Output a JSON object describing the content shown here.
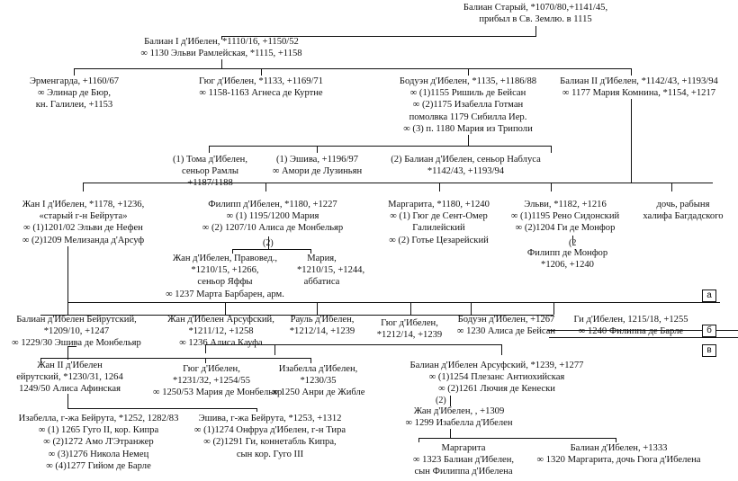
{
  "nodes": {
    "balian_stary": [
      "Балиан Старый, *1070/80,+1141/45,",
      "прибыл в Св. Землю. в 1115"
    ],
    "balian_1": [
      "Балиан I д'Ибелен, *1110/16, +1150/52",
      "∞ 1130 Эльви Рамлейская, *1115, +1158"
    ],
    "ermengarda": [
      "Эрменгарда, +1160/67",
      "∞ Элинар де Бюр,",
      "кн. Галилеи, +1153"
    ],
    "gyug_1": [
      "Гюг д'Ибелен, *1133, +1169/71",
      "∞ 1158-1163 Агнеса де Куртне"
    ],
    "boduen": [
      "Бодуэн д'Ибелен, *1135, +1186/88",
      "∞ (1)1155 Ришиль де Бейсан",
      "∞ (2)1175 Изабелла Готман",
      "помолвка 1179 Сибилла Иер.",
      "∞ (3) п. 1180 Мария из Триполи"
    ],
    "balian_2": [
      "Балиан II д'Ибелен, *1142/43, +1193/94",
      "∞ 1177 Мария Комнина, *1154, +1217"
    ],
    "toma": [
      "(1) Тома д'Ибелен,",
      "сеньор Рамлы",
      "+1187/1188"
    ],
    "eshiva_1": [
      "(1) Эшива, +1196/97",
      "∞ Амори де Лузиньян"
    ],
    "balian_nablus": [
      "(2) Балиан д'Ибелен, сеньор Наблуса",
      "*1142/43, +1193/94"
    ],
    "zhan_1": [
      "Жан I д'Ибелен, *1178, +1236,",
      "«старый г-н Бейрута»",
      "∞ (1)1201/02 Эльви де Нефен",
      "∞ (2)1209 Мелизанда д'Арсуф"
    ],
    "filipp_1": [
      "Филипп д'Ибелен, *1180, +1227",
      "∞ (1) 1195/1200 Мария",
      "∞ (2) 1207/10 Алиса де Монбельяр"
    ],
    "margarita_1": [
      "Маргарита, *1180, +1240",
      "∞ (1) Гюг де Сент-Омер",
      "Галилейский",
      "∞ (2) Готье Цезарейский"
    ],
    "elvi_2": [
      "Эльви, *1182, +1216",
      "∞ (1)1195 Рено Сидонский",
      "∞ (2)1204 Ги де Монфор"
    ],
    "doch": [
      "дочь, рабыня",
      "халифа Багдадского"
    ],
    "filipp_monfor": [
      "Филипп де Монфор",
      "*1206, +1240"
    ],
    "zhan_pravoved": [
      "Жан д'Ибелен, Правовед.,",
      "*1210/15, +1266,",
      "сеньор Яффы",
      "∞ 1237 Марта Барбарен, арм."
    ],
    "maria_abb": [
      "Мария,",
      "*1210/15, +1244,",
      "аббатиса"
    ],
    "balian_beyrut": [
      "Балиан д'Ибелен Бейрутский,",
      "*1209/10, +1247",
      "∞ 1229/30 Эшива де Монбельяр"
    ],
    "zhan_arsuf": [
      "Жан д'Ибелен Арсуфский,",
      "*1211/12, +1258",
      "∞ 1236 Алиса Кауфа"
    ],
    "raul": [
      "Рауль д'Ибелен,",
      "*1212/14, +1239"
    ],
    "gyug_2": [
      "Гюг д'Ибелен,",
      "*1212/14, +1239"
    ],
    "boduen_2": [
      "Бодуэн д'Ибелен, +1267",
      "∞ 1230 Алиса де Бейсан"
    ],
    "gi": [
      "Ги д'Ибелен, 1215/18, +1255",
      "∞ 1240 Филиппа де Барле"
    ],
    "zhan_2": [
      "Жан II  д'Ибелен",
      "ейрутский, *1230/31, 1264",
      "1249/50 Алиса Афинская"
    ],
    "gyug_3": [
      "Гюг д'Ибелен,",
      "*1231/32, +1254/55",
      "∞ 1250/53 Мария де Монбельяр"
    ],
    "izabella_1": [
      "Изабелла д'Ибелен,",
      "*1230/35",
      "∞ 1250 Анри де Жибле"
    ],
    "balian_arsuf": [
      "Балиан д'Ибелен Арсуфский, *1239, +1277",
      "∞ (1)1254 Плезанс Антиохийская",
      "∞ (2)1261 Лючия де Кенески"
    ],
    "izabella_beyrut": [
      "Изабелла, г-жа Бейрута, *1252, 1282/83",
      "∞ (1) 1265 Гуго II, кор. Кипра",
      "∞ (2)1272 Амо Л'Этранжер",
      "∞ (3)1276 Никола Немец",
      "∞ (4)1277 Гийом де Барле"
    ],
    "eshiva_beyrut": [
      "Эшива, г-жа Бейрута, *1253, +1312",
      "∞ (1)1274 Онфруа д'Ибелен, г-н Тира",
      "∞ (2)1291 Ги, коннетабль Кипра,",
      "сын кор. Гуго III"
    ],
    "zhan_3": [
      "Жан д'Ибелен, , +1309",
      "∞ 1299 Изабелла д'Ибелен"
    ],
    "margarita_2": [
      "Маргарита",
      "∞ 1323 Балиан д'Ибелен,",
      "сын Филиппа д'Ибелена"
    ],
    "balian_1333": [
      "Балиан д'Ибелен, +1333",
      "∞ 1320 Маргарита, дочь Гюга д'Ибелена"
    ]
  },
  "markers": {
    "a": "а",
    "b": "б",
    "v": "в",
    "m2a": "(2)",
    "m2b": "(2",
    "m2c": "(2)"
  }
}
